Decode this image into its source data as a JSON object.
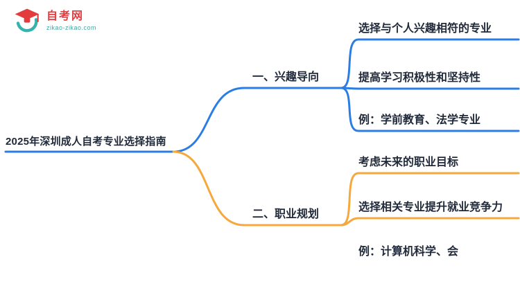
{
  "logo": {
    "title": "自考网",
    "subtitle": "zikao-zikao.com",
    "icon": "graduation-cap-icon"
  },
  "root": {
    "label": "2025年深圳成人自考专业选择指南"
  },
  "branches": [
    {
      "label": "一、兴趣导向",
      "color": "#2b7de4",
      "children": [
        "选择与个人兴趣相符的专业",
        "提高学习积极性和坚持性",
        "例：学前教育、法学专业"
      ]
    },
    {
      "label": "二、职业规划",
      "color": "#f6a83c",
      "children": [
        "考虑未来的职业目标",
        "选择相关专业提升就业竞争力",
        "例：计算机科学、会"
      ]
    }
  ],
  "colors": {
    "branch1": "#2b7de4",
    "branch2": "#f6a83c",
    "text": "#212a3a",
    "logo_red": "#e23c3f",
    "logo_teal": "#35b3ac"
  }
}
